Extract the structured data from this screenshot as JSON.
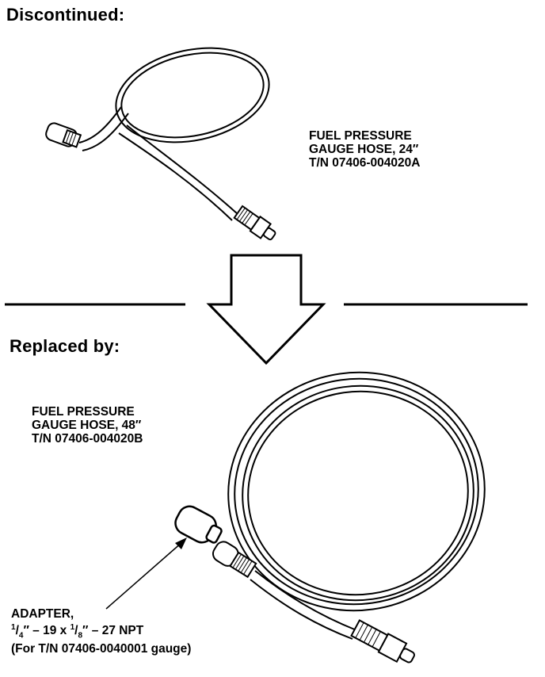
{
  "headings": {
    "discontinued": "Discontinued:",
    "replaced_by": "Replaced by:"
  },
  "old_hose": {
    "line1": "FUEL PRESSURE",
    "line2": "GAUGE HOSE, 24″",
    "line3": "T/N 07406-004020A"
  },
  "new_hose": {
    "line1": "FUEL PRESSURE",
    "line2": "GAUGE HOSE, 48″",
    "line3": "T/N 07406-004020B"
  },
  "adapter": {
    "line1": "ADAPTER,",
    "line2_prefix": "– 19 x",
    "line2_suffix": "– 27 NPT",
    "frac1_num": "1",
    "frac1_den": "4",
    "frac2_num": "1",
    "frac2_den": "8",
    "line3": "(For T/N 07406-0040001 gauge)"
  },
  "icons": {
    "old": "coiled-hose-24in-icon",
    "new": "coiled-hose-48in-icon",
    "arrow": "down-arrow-icon",
    "adapter": "adapter-fitting-icon"
  }
}
